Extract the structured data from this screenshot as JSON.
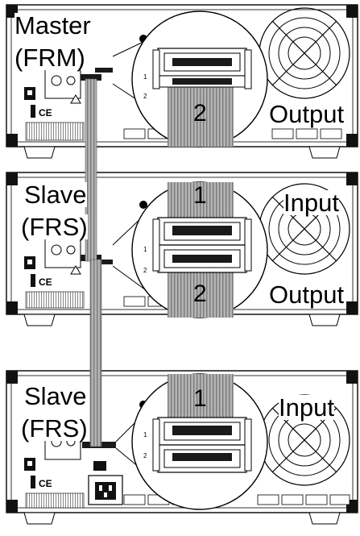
{
  "units": [
    {
      "role_label": "Master",
      "role_code": "(FRM)",
      "connector_labels": [
        {
          "number": "1",
          "visible": false
        },
        {
          "number": "2",
          "visible": true
        }
      ],
      "port_labels": [
        "Output"
      ]
    },
    {
      "role_label": "Slave",
      "role_code": "(FRS)",
      "connector_labels": [
        {
          "number": "1",
          "visible": true
        },
        {
          "number": "2",
          "visible": true
        }
      ],
      "port_labels": [
        "Input",
        "Output"
      ]
    },
    {
      "role_label": "Slave",
      "role_code": "(FRS)",
      "connector_labels": [
        {
          "number": "1",
          "visible": true
        },
        {
          "number": "2",
          "visible": false
        }
      ],
      "port_labels": [
        "Input"
      ]
    }
  ],
  "colors": {
    "chassis_outline": "#000000",
    "ribbon_cable": "#a9a9a9",
    "connector_dark": "#1a1a1a",
    "panel_fill": "#ffffff"
  },
  "icons": [
    "usb-icon",
    "ce-mark-icon",
    "warning-triangle-icon",
    "fan-grille-icon",
    "power-inlet-icon",
    "power-switch-icon"
  ]
}
